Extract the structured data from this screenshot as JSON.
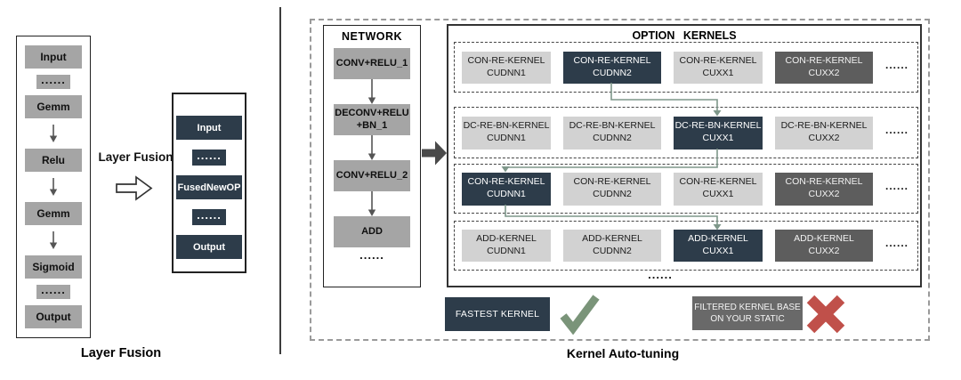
{
  "colors": {
    "navy": "#2d3c4a",
    "light_gray": "#d2d2d2",
    "mid_gray": "#a5a5a5",
    "dark_gray": "#5d5d5d",
    "filter_gray": "#696969",
    "check_green": "#7a9479",
    "cross_red": "#c0504a",
    "connector_green": "#7e978a"
  },
  "layer_fusion": {
    "caption": "Layer Fusion",
    "arrow_label": "Layer Fusion",
    "before_nodes": [
      {
        "label": "Input",
        "type": "node",
        "arrow_after": false
      },
      {
        "label": "......",
        "type": "dots",
        "arrow_after": false
      },
      {
        "label": "Gemm",
        "type": "node",
        "arrow_after": true
      },
      {
        "label": "Relu",
        "type": "node",
        "arrow_after": true
      },
      {
        "label": "Gemm",
        "type": "node",
        "arrow_after": true
      },
      {
        "label": "Sigmoid",
        "type": "node",
        "arrow_after": false
      },
      {
        "label": "......",
        "type": "dots",
        "arrow_after": false
      },
      {
        "label": "Output",
        "type": "node",
        "arrow_after": false
      }
    ],
    "after_nodes": [
      {
        "label": "Input",
        "type": "node"
      },
      {
        "label": "......",
        "type": "dots"
      },
      {
        "label": "FusedNewOP",
        "type": "node"
      },
      {
        "label": "......",
        "type": "dots"
      },
      {
        "label": "Output",
        "type": "node"
      }
    ]
  },
  "kernel_auto_tuning": {
    "caption": "Kernel Auto-tuning",
    "network": {
      "title": "NETWORK",
      "nodes": [
        {
          "label": "CONV+RELU_1",
          "arrow_after": true
        },
        {
          "label": "DECONV+RELU +BN_1",
          "arrow_after": true
        },
        {
          "label": "CONV+RELU_2",
          "arrow_after": true
        },
        {
          "label": "ADD",
          "arrow_after": false
        }
      ],
      "ellipsis": "......"
    },
    "option_kernels": {
      "title": "OPTION KERNELS",
      "rows": [
        {
          "cells": [
            {
              "line1": "CON-RE-KERNEL",
              "line2": "CUDNN1",
              "variant": "light"
            },
            {
              "line1": "CON-RE-KERNEL",
              "line2": "CUDNN2",
              "variant": "navy"
            },
            {
              "line1": "CON-RE-KERNEL",
              "line2": "CUXX1",
              "variant": "light"
            },
            {
              "line1": "CON-RE-KERNEL",
              "line2": "CUXX2",
              "variant": "dark"
            }
          ],
          "ellipsis": "......"
        },
        {
          "cells": [
            {
              "line1": "DC-RE-BN-KERNEL",
              "line2": "CUDNN1",
              "variant": "light"
            },
            {
              "line1": "DC-RE-BN-KERNEL",
              "line2": "CUDNN2",
              "variant": "light"
            },
            {
              "line1": "DC-RE-BN-KERNEL",
              "line2": "CUXX1",
              "variant": "navy"
            },
            {
              "line1": "DC-RE-BN-KERNEL",
              "line2": "CUXX2",
              "variant": "light"
            }
          ],
          "ellipsis": "......"
        },
        {
          "cells": [
            {
              "line1": "CON-RE-KERNEL",
              "line2": "CUDNN1",
              "variant": "navy"
            },
            {
              "line1": "CON-RE-KERNEL",
              "line2": "CUDNN2",
              "variant": "light"
            },
            {
              "line1": "CON-RE-KERNEL",
              "line2": "CUXX1",
              "variant": "light"
            },
            {
              "line1": "CON-RE-KERNEL",
              "line2": "CUXX2",
              "variant": "dark"
            }
          ],
          "ellipsis": "......"
        },
        {
          "cells": [
            {
              "line1": "ADD-KERNEL",
              "line2": "CUDNN1",
              "variant": "light"
            },
            {
              "line1": "ADD-KERNEL",
              "line2": "CUDNN2",
              "variant": "light"
            },
            {
              "line1": "ADD-KERNEL",
              "line2": "CUXX1",
              "variant": "navy"
            },
            {
              "line1": "ADD-KERNEL",
              "line2": "CUXX2",
              "variant": "dark"
            }
          ],
          "ellipsis": "......"
        }
      ],
      "bottom_ellipsis": "......"
    },
    "legend": {
      "fastest_label": "FASTEST KERNEL",
      "filtered_label": "FILTERED KERNEL BASE ON YOUR STATIC"
    }
  }
}
